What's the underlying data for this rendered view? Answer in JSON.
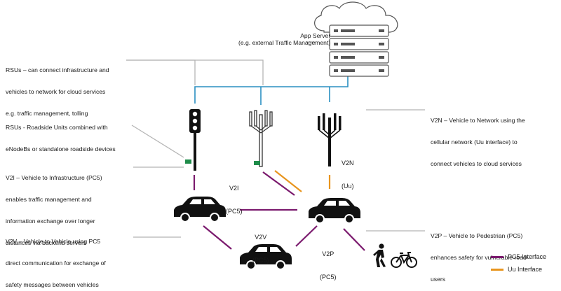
{
  "app_server": {
    "title": "App Server",
    "subtitle": "(e.g. external Traffic Management)"
  },
  "descriptions": {
    "rsu_connect": [
      "RSUs – can connect infrastructure and",
      "vehicles to network for cloud services",
      "e.g. traffic management, tolling"
    ],
    "rsu_units": [
      "RSUs - Roadside Units combined with",
      "eNodeBs or standalone roadside devices"
    ],
    "v2i": [
      "V2I – Vehicle to Infrastructure (PC5)",
      "enables traffic management and",
      "information exchange over longer",
      "distances via backend servers"
    ],
    "v2v": [
      "V2V – Vehicle to Vehicle using PC5",
      "direct communication for exchange of",
      "safety messages between vehicles"
    ],
    "v2n": [
      "V2N – Vehicle to Network using the",
      "cellular network (Uu interface) to",
      "connect vehicles to cloud services"
    ],
    "v2p": [
      "V2P – Vehicle to Pedestrian (PC5)",
      "enhances safety for vulnerable road-",
      "users"
    ]
  },
  "link_labels": {
    "v2n": [
      "V2N",
      "(Uu)"
    ],
    "v2i": [
      "V2I",
      "(PC5)"
    ],
    "v2v": [
      "V2V",
      "(PC5)"
    ],
    "v2p": [
      "V2P",
      "(PC5)"
    ]
  },
  "legend": [
    {
      "label": "PC5 Interface",
      "color": "#7b1a6e"
    },
    {
      "label": "Uu Interface",
      "color": "#e8951e"
    }
  ],
  "colors": {
    "pc5": "#7b1a6e",
    "uu": "#e8951e",
    "backhaul": "#2a8fc1",
    "leader": "#b5b5b5",
    "rsu_unit": "#1f8c4a"
  },
  "icons": [
    "cloud-icon",
    "server-rack-icon",
    "traffic-light-icon",
    "cell-tower-icon",
    "car-icon",
    "pedestrian-icon",
    "bicycle-icon"
  ]
}
